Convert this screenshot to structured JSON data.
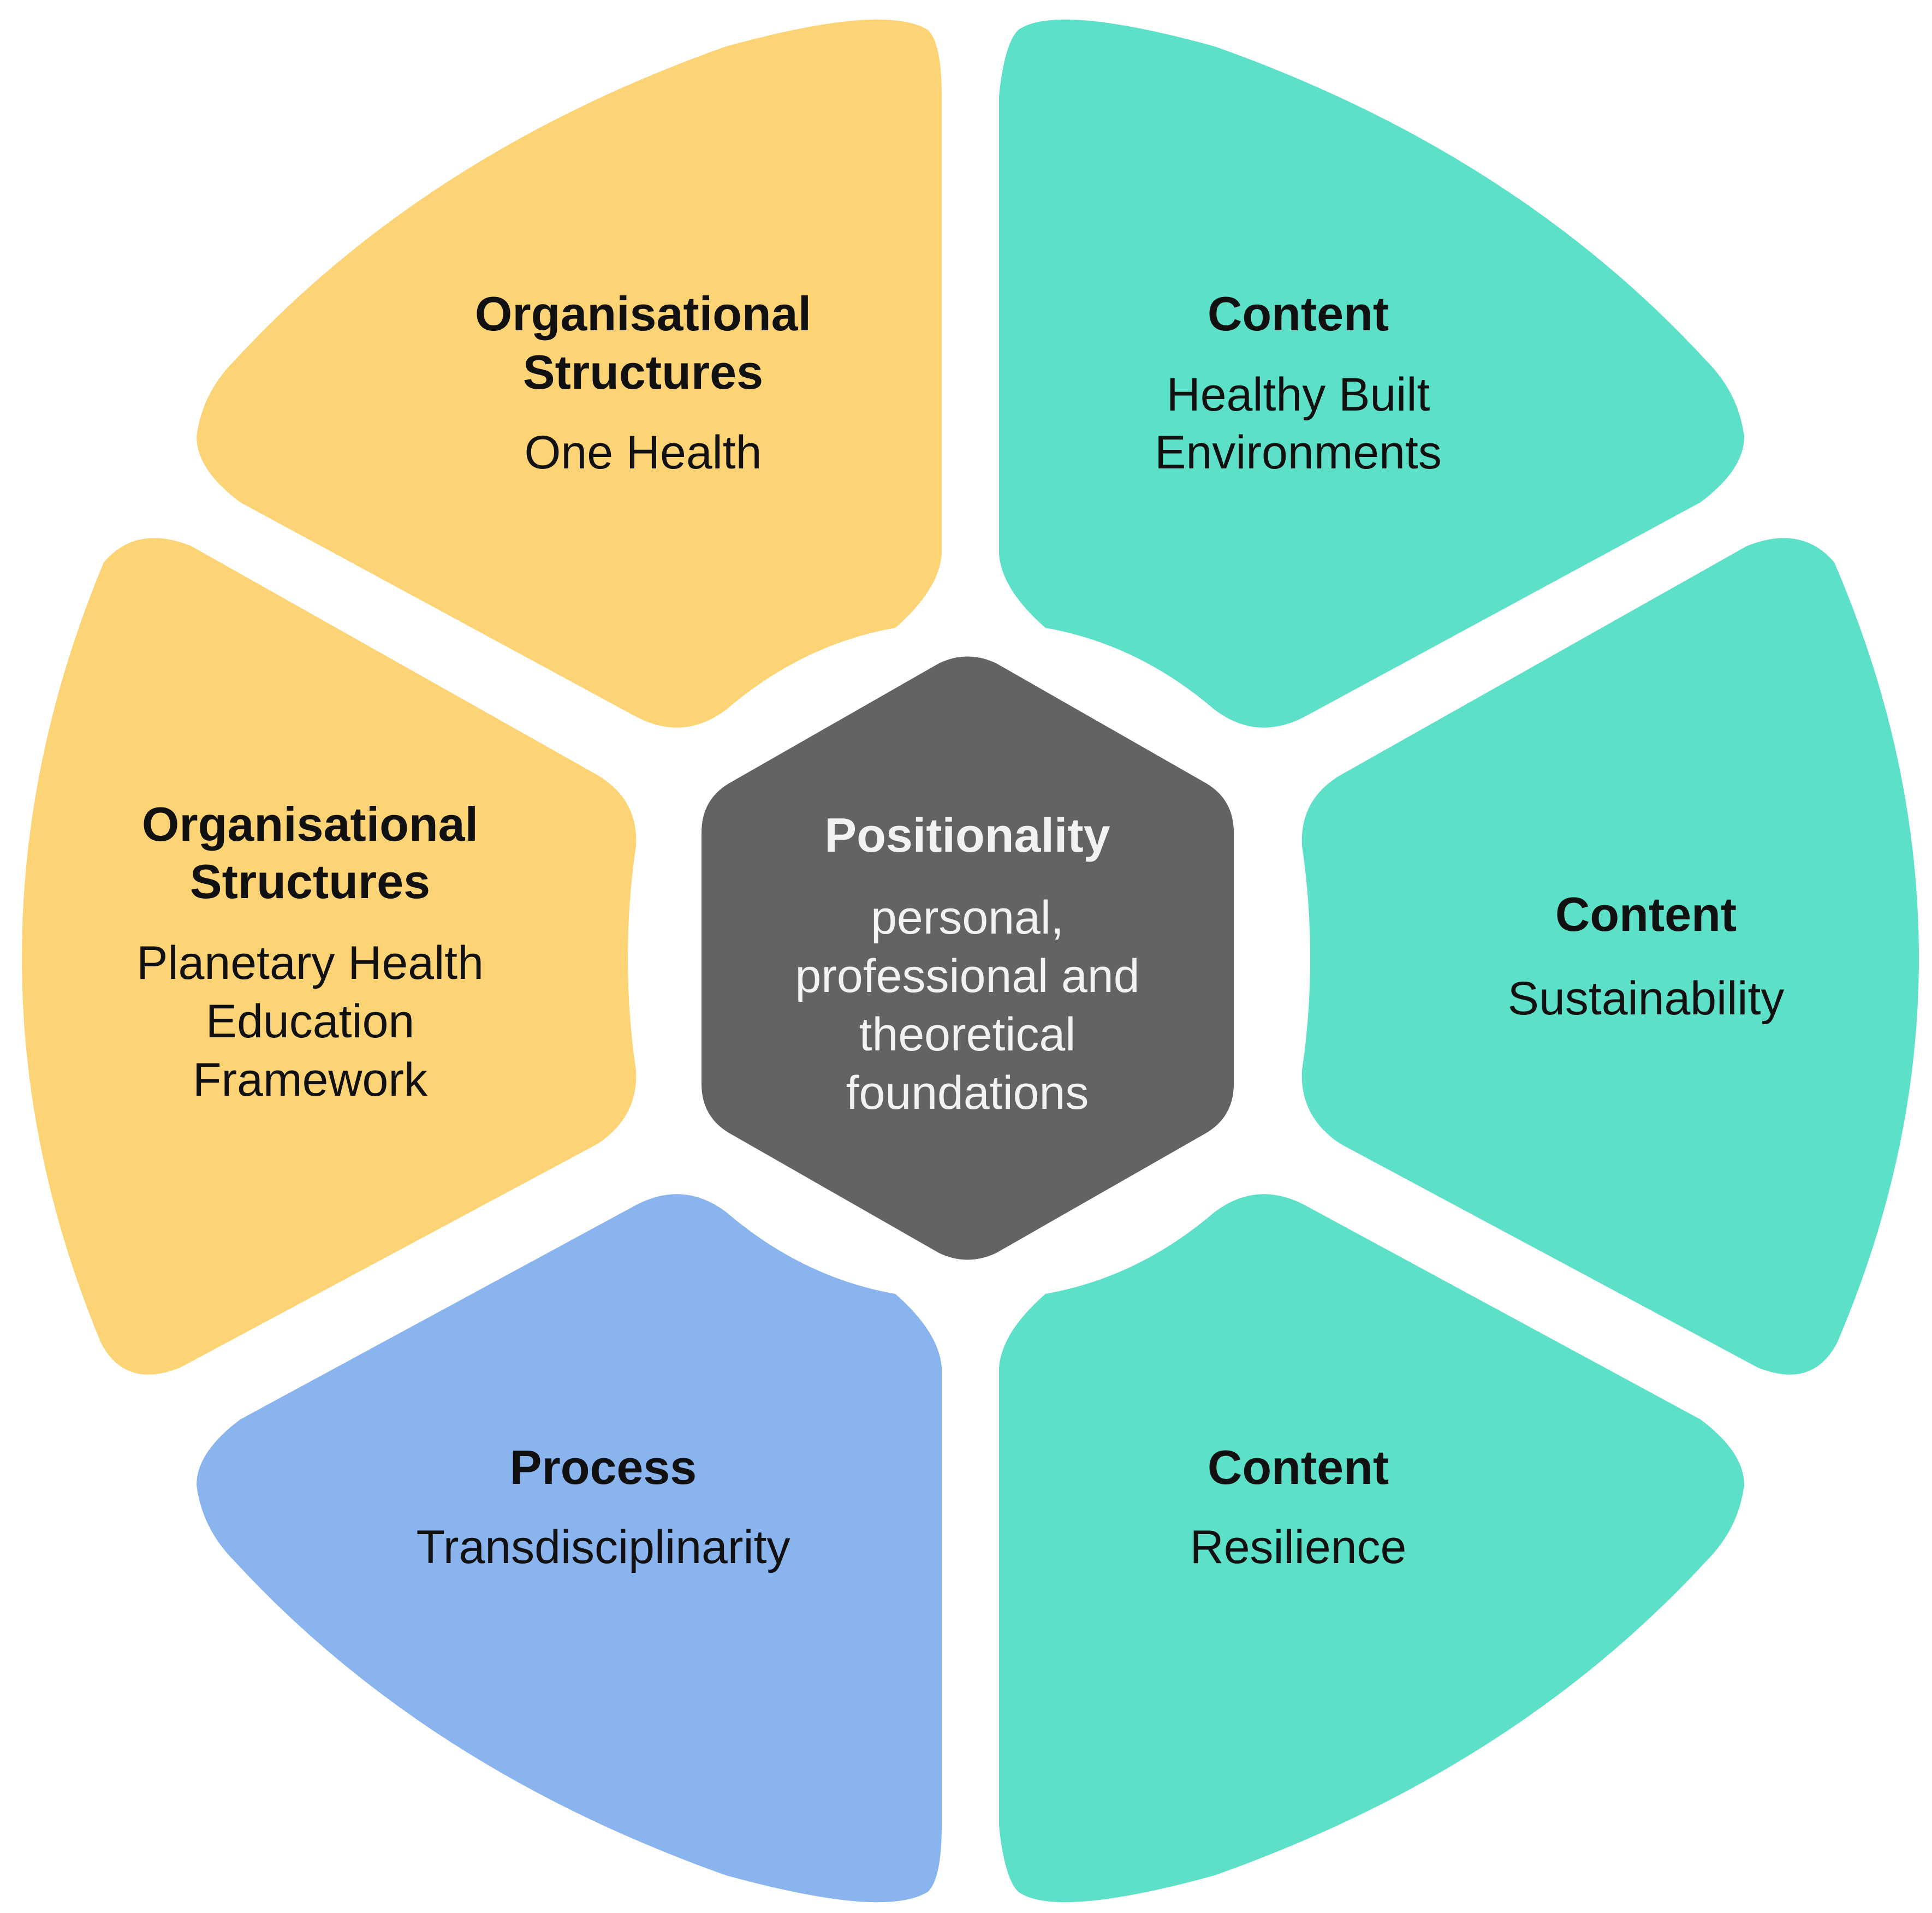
{
  "colors": {
    "organisational": "#fcd476",
    "content": "#5de0c8",
    "process": "#8ab4ed",
    "hub": "#636363",
    "hub_text": "#f2f2f2",
    "text": "#111111"
  },
  "hub": {
    "title": "Positionality",
    "lines": [
      "personal,",
      "professional and",
      "theoretical",
      "foundations"
    ]
  },
  "segments": [
    {
      "id": "top-left",
      "category": "organisational",
      "title_lines": [
        "Organisational",
        "Structures"
      ],
      "body_lines": [
        "One Health"
      ]
    },
    {
      "id": "top-right",
      "category": "content",
      "title_lines": [
        "Content"
      ],
      "body_lines": [
        "Healthy Built",
        "Environments"
      ]
    },
    {
      "id": "right",
      "category": "content",
      "title_lines": [
        "Content"
      ],
      "body_lines": [
        "Sustainability"
      ]
    },
    {
      "id": "bottom-right",
      "category": "content",
      "title_lines": [
        "Content"
      ],
      "body_lines": [
        "Resilience"
      ]
    },
    {
      "id": "bottom-left",
      "category": "process",
      "title_lines": [
        "Process"
      ],
      "body_lines": [
        "Transdisciplinarity"
      ]
    },
    {
      "id": "left",
      "category": "organisational",
      "title_lines": [
        "Organisational",
        "Structures"
      ],
      "body_lines": [
        "Planetary Health",
        "Education",
        "Framework"
      ]
    }
  ]
}
